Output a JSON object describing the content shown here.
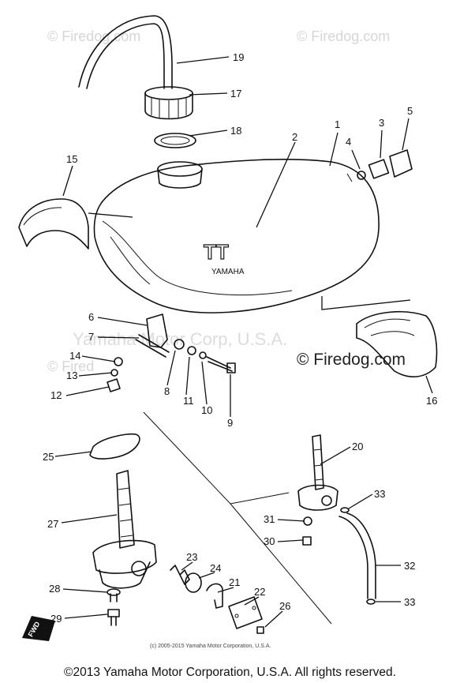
{
  "watermarks": {
    "top_left": "© Firedog.com",
    "top_right": "© Firedog.com",
    "left_mid": "© Fired",
    "center": "Yamaha Motor Corp, U.S.A."
  },
  "brand_label": "© Firedog.com",
  "tank_decal": {
    "top": "TT",
    "bottom": "YAMAHA"
  },
  "fwd_mark": "FWD",
  "small_copyright": "(c) 2005-2015 Yamaha Motor Corporation, U.S.A.",
  "copyright": "©2013 Yamaha Motor Corporation, U.S.A. All rights reserved.",
  "part_labels": {
    "p1": "1",
    "p2": "2",
    "p3": "3",
    "p4": "4",
    "p5": "5",
    "p6": "6",
    "p7": "7",
    "p8": "8",
    "p9": "9",
    "p10": "10",
    "p11": "11",
    "p12": "12",
    "p13": "13",
    "p14": "14",
    "p15": "15",
    "p16": "16",
    "p17": "17",
    "p18": "18",
    "p19": "19",
    "p20": "20",
    "p21": "21",
    "p22": "22",
    "p23": "23",
    "p24": "24",
    "p25": "25",
    "p26": "26",
    "p27": "27",
    "p28": "28",
    "p29": "29",
    "p30": "30",
    "p31": "31",
    "p32": "32",
    "p33a": "33",
    "p33b": "33"
  }
}
